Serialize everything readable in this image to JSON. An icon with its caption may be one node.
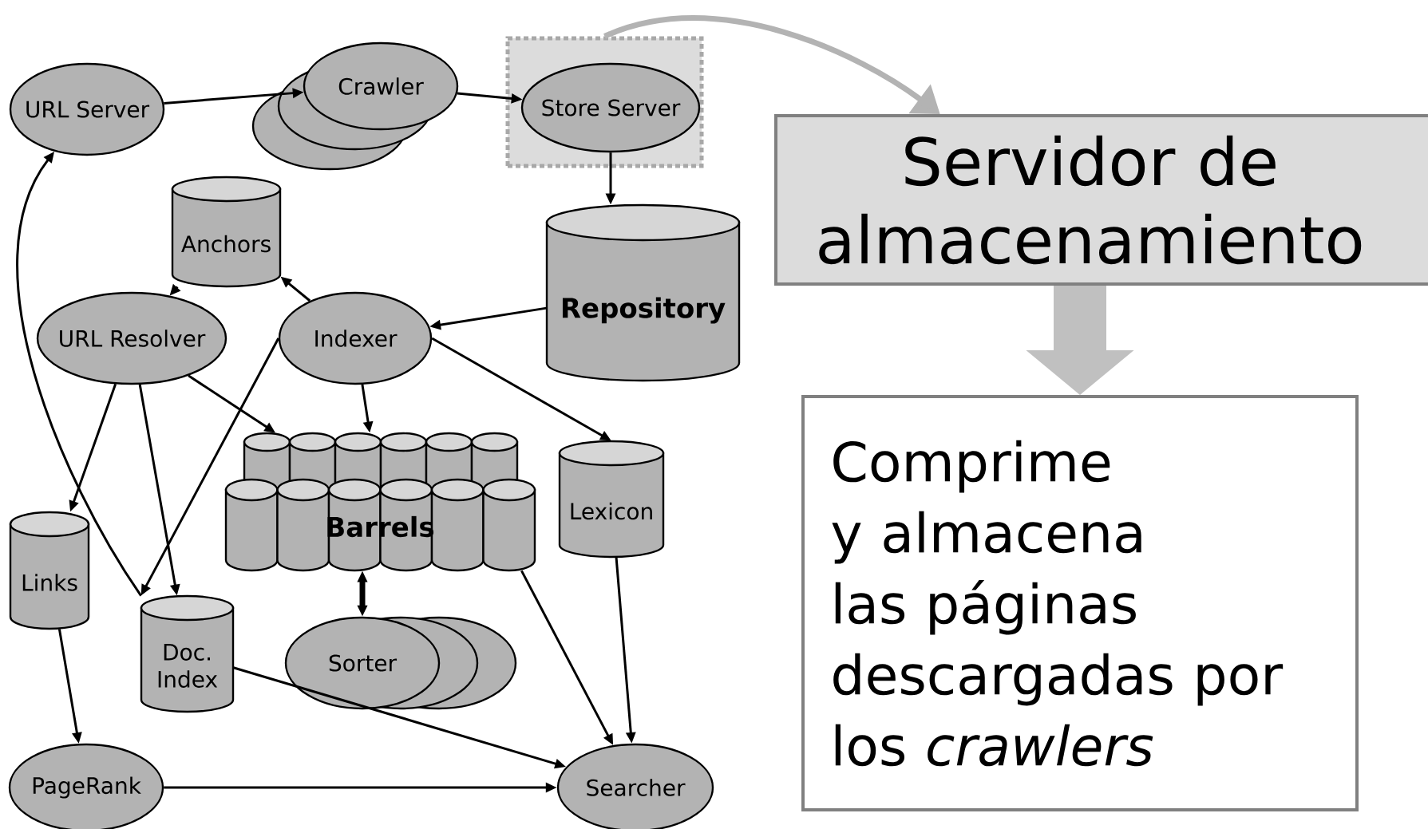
{
  "diagram": {
    "nodes": [
      {
        "text": [
          "URL Server"
        ]
      },
      {
        "text": [
          "Crawler"
        ]
      },
      {
        "text": [],
        "shape": "box"
      },
      {
        "text": [
          "Store Server"
        ],
        "in": 2
      },
      {
        "text": [
          "Anchors"
        ]
      },
      {
        "text": [
          "URL Resolver"
        ]
      },
      {
        "text": [
          "Indexer"
        ]
      },
      {
        "text": [
          "Repository"
        ]
      },
      {
        "text": [
          "Barrels"
        ]
      },
      {
        "text": [
          "Lexicon"
        ]
      },
      {
        "text": [
          "Links"
        ]
      },
      {
        "text": [
          "Doc. Index"
        ]
      },
      {
        "text": [
          "Sorter"
        ]
      },
      {
        "text": [
          "PageRank"
        ]
      },
      {
        "text": [
          "Searcher"
        ]
      },
      {
        "text": [
          "Servidor de almacenamiento"
        ]
      },
      {
        "text": [
          "Comprime y almacena las páginas descargadas por los *crawlers*"
        ]
      }
    ],
    "edges": [
      {
        "from": 0,
        "to": 1,
        "arrow": "to"
      },
      {
        "from": 1,
        "to": 3,
        "arrow": "to"
      },
      {
        "from": 3,
        "to": 7,
        "arrow": "to"
      },
      {
        "from": 7,
        "to": 6,
        "arrow": "to"
      },
      {
        "from": 6,
        "to": 4,
        "arrow": "to"
      },
      {
        "from": 4,
        "to": 5,
        "arrow": "to"
      },
      {
        "from": 5,
        "to": 10,
        "arrow": "to"
      },
      {
        "from": 5,
        "to": 11,
        "arrow": "to"
      },
      {
        "from": 5,
        "to": 8,
        "arrow": "to"
      },
      {
        "from": 6,
        "to": 11,
        "arrow": "to"
      },
      {
        "from": 6,
        "to": 8,
        "arrow": "to"
      },
      {
        "from": 6,
        "to": 9,
        "arrow": "to"
      },
      {
        "from": 11,
        "to": 0,
        "arrow": "to"
      },
      {
        "from": 8,
        "to": 12,
        "arrow": "both",
        "style": "thick"
      },
      {
        "from": 10,
        "to": 13,
        "arrow": "to"
      },
      {
        "from": 11,
        "to": 14,
        "arrow": "to"
      },
      {
        "from": 8,
        "to": 14,
        "arrow": "to"
      },
      {
        "from": 9,
        "to": 14,
        "arrow": "to"
      },
      {
        "from": 13,
        "to": 14,
        "arrow": "to"
      },
      {
        "from": 2,
        "to": 15,
        "arrow": "to",
        "style": "thick",
        "color": "#b3b3b3"
      },
      {
        "from": 15,
        "to": 16,
        "arrow": "to",
        "style": "thick",
        "color": "#c0c0c0"
      }
    ]
  }
}
